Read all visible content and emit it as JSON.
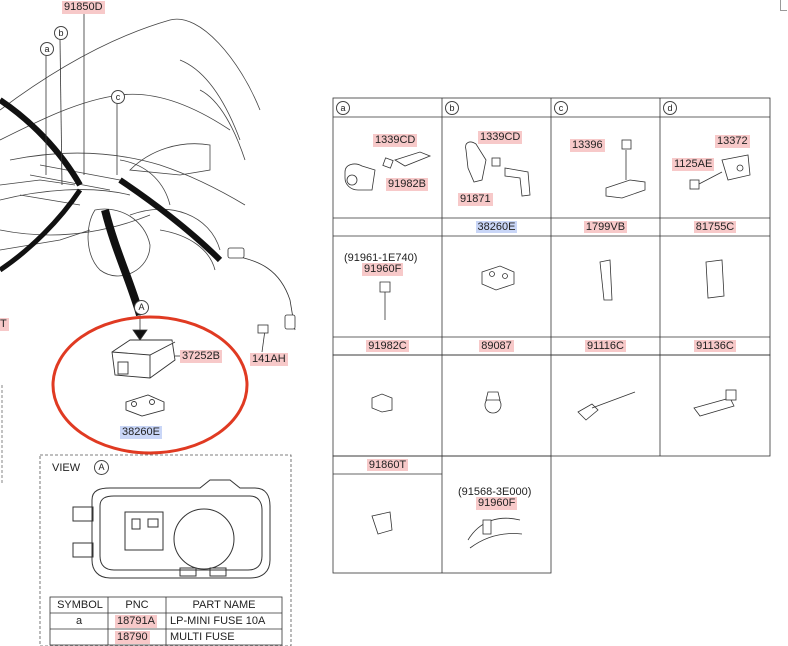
{
  "main_diagram": {
    "top_label": "91850D",
    "callouts": {
      "a": "a",
      "b": "b",
      "c": "c",
      "A": "A"
    },
    "parts": {
      "box": "37252B",
      "bracket": "38260E",
      "ground": "141AH",
      "left_edge_partial": "T"
    }
  },
  "view_panel": {
    "title": "VIEW",
    "title_marker": "A",
    "table": {
      "headers": [
        "SYMBOL",
        "PNC",
        "PART NAME"
      ],
      "rows": [
        {
          "symbol": "a",
          "pnc": "18791A",
          "name": "LP-MINI FUSE 10A"
        },
        {
          "symbol": "",
          "pnc": "18790",
          "name": "MULTI FUSE"
        }
      ]
    }
  },
  "parts_grid": {
    "detail_headers": [
      "a",
      "b",
      "c",
      "d"
    ],
    "details": {
      "a": [
        "1339CD",
        "91982B"
      ],
      "b": [
        "1339CD",
        "91871"
      ],
      "c": [
        "13396"
      ],
      "d": [
        "13372",
        "1125AE"
      ]
    },
    "row1_labels": [
      "",
      "38260E",
      "1799VB",
      "81755C"
    ],
    "row2_top": {
      "alt": "(91961-1E740)",
      "pnc": "91960F"
    },
    "row2_labels": [
      "91982C",
      "89087",
      "91116C",
      "91136C"
    ],
    "row4_labels": [
      "91860T"
    ],
    "row4_b": {
      "alt": "(91568-3E000)",
      "pnc": "91960F"
    }
  },
  "colors": {
    "pnc_highlight": "#f7c9c9",
    "pnc_blue": "#c9d6f7",
    "callout_ellipse": "#e03a22",
    "line": "#333333"
  }
}
